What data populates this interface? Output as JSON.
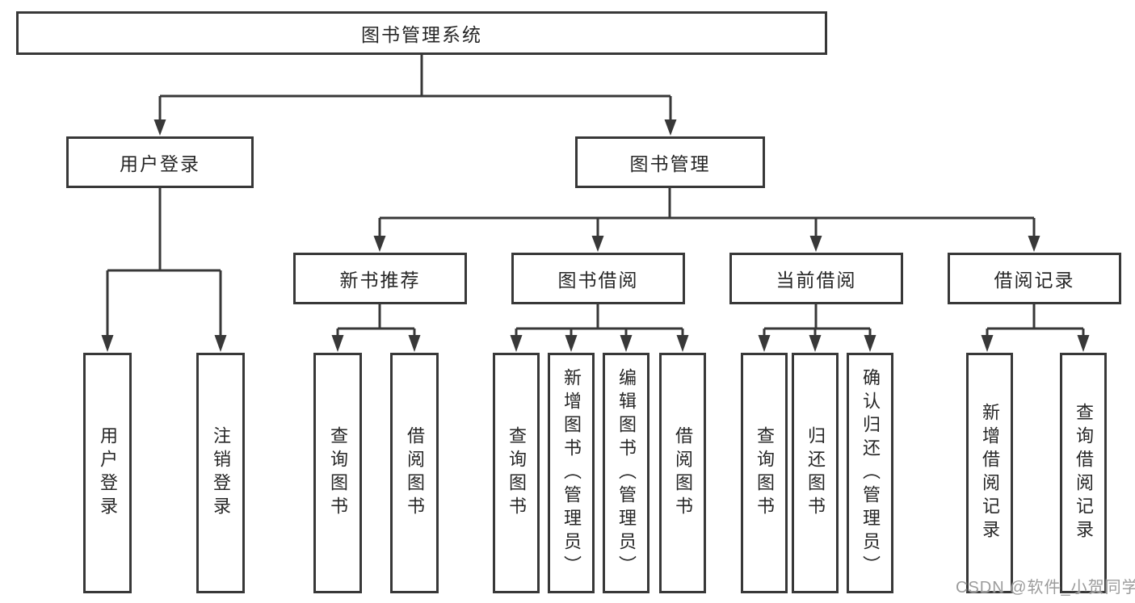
{
  "diagram_title": "图书管理系统",
  "tree": {
    "root": {
      "label": "图书管理系统"
    },
    "level2": [
      {
        "id": "user-login",
        "label": "用户登录"
      },
      {
        "id": "book-management",
        "label": "图书管理"
      }
    ],
    "level3": [
      {
        "id": "new-book-recommend",
        "parent": "book-management",
        "label": "新书推荐"
      },
      {
        "id": "book-borrowing",
        "parent": "book-management",
        "label": "图书借阅"
      },
      {
        "id": "current-borrowing",
        "parent": "book-management",
        "label": "当前借阅"
      },
      {
        "id": "borrowing-records",
        "parent": "book-management",
        "label": "借阅记录"
      }
    ],
    "leaves": [
      {
        "parent": "user-login",
        "label": "用户登录"
      },
      {
        "parent": "user-login",
        "label": "注销登录"
      },
      {
        "parent": "new-book-recommend",
        "label": "查询图书"
      },
      {
        "parent": "new-book-recommend",
        "label": "借阅图书"
      },
      {
        "parent": "book-borrowing",
        "label": "查询图书"
      },
      {
        "parent": "book-borrowing",
        "label": "新增图书（管理员）"
      },
      {
        "parent": "book-borrowing",
        "label": "编辑图书（管理员）"
      },
      {
        "parent": "book-borrowing",
        "label": "借阅图书"
      },
      {
        "parent": "current-borrowing",
        "label": "查询图书"
      },
      {
        "parent": "current-borrowing",
        "label": "归还图书"
      },
      {
        "parent": "current-borrowing",
        "label": "确认归还（管理员）"
      },
      {
        "parent": "borrowing-records",
        "label": "新增借阅记录"
      },
      {
        "parent": "borrowing-records",
        "label": "查询借阅记录"
      }
    ]
  },
  "watermark": "CSDN @软件_小贺同学",
  "colors": {
    "line": "#383838",
    "box_border": "#383838",
    "text": "#262626",
    "watermark": "#9c9c9c",
    "background": "#ffffff"
  }
}
